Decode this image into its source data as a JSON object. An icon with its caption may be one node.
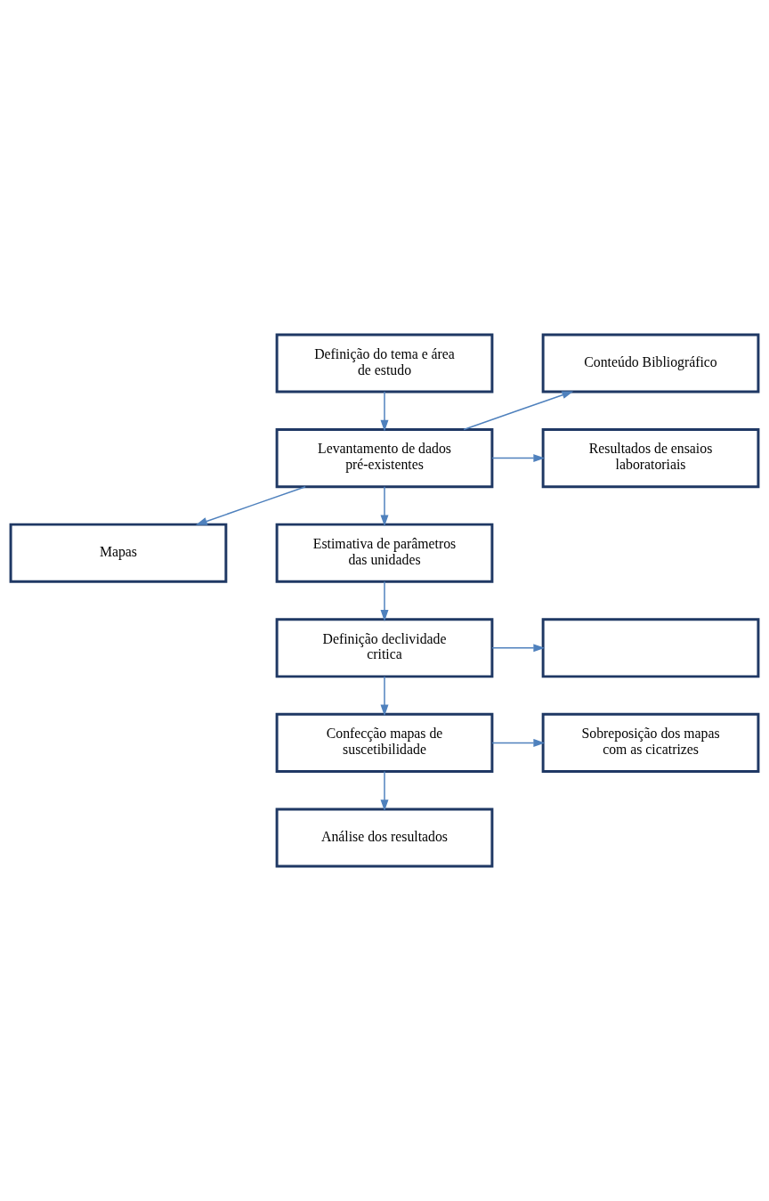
{
  "diagram": {
    "nodes": [
      {
        "text": [
          "Definição do tema e área de estudo"
        ]
      },
      {
        "text": [
          "Conteúdo Bibliográfico"
        ]
      },
      {
        "text": [
          "Levantamento de dados pré-existentes"
        ]
      },
      {
        "text": [
          "Resultados de ensaios laboratoriais"
        ]
      },
      {
        "text": [
          "Mapas"
        ]
      },
      {
        "text": [
          "Estimativa de parâmetros das unidades"
        ]
      },
      {
        "text": [
          "Definição declividade critica"
        ]
      },
      {
        "text": [],
        "shape": "box"
      },
      {
        "text": [
          "Confecção mapas de suscetibilidade"
        ]
      },
      {
        "text": [
          "Sobreposição dos mapas com as cicatrizes"
        ]
      },
      {
        "text": [
          "Análise dos resultados"
        ]
      }
    ],
    "edges": [
      {
        "from": 0,
        "to": 2,
        "arrow": "to"
      },
      {
        "from": 2,
        "to": 1,
        "arrow": "to"
      },
      {
        "from": 2,
        "to": 3,
        "arrow": "to"
      },
      {
        "from": 2,
        "to": 4,
        "arrow": "to"
      },
      {
        "from": 2,
        "to": 5,
        "arrow": "to"
      },
      {
        "from": 5,
        "to": 6,
        "arrow": "to"
      },
      {
        "from": 6,
        "to": 7,
        "arrow": "to"
      },
      {
        "from": 6,
        "to": 8,
        "arrow": "to"
      },
      {
        "from": 8,
        "to": 9,
        "arrow": "to"
      },
      {
        "from": 8,
        "to": 10,
        "arrow": "to"
      }
    ]
  }
}
